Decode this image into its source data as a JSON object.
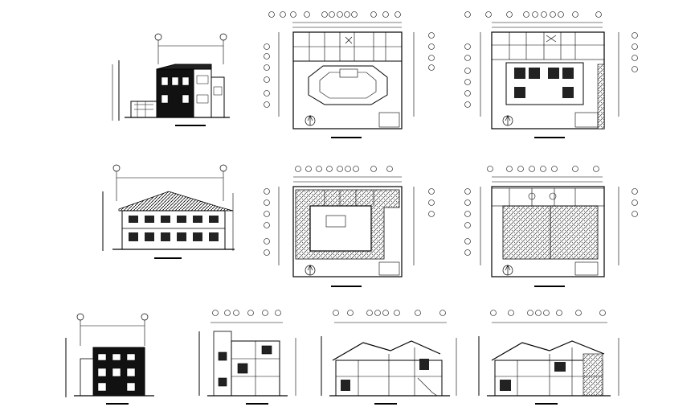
{
  "sheet": {
    "background": "#ffffff",
    "line_color": "#000000",
    "hatch_color": "#333333"
  },
  "panels": [
    {
      "id": "elevation-front",
      "kind": "elevation",
      "title_text": ""
    },
    {
      "id": "ground-floor-plan",
      "kind": "plan",
      "title_text": ""
    },
    {
      "id": "first-floor-plan",
      "kind": "plan",
      "title_text": ""
    },
    {
      "id": "elevation-side",
      "kind": "elevation",
      "title_text": ""
    },
    {
      "id": "roof-plan-a",
      "kind": "plan",
      "title_text": ""
    },
    {
      "id": "roof-plan-b",
      "kind": "plan",
      "title_text": ""
    },
    {
      "id": "elevation-rear",
      "kind": "elevation",
      "title_text": ""
    },
    {
      "id": "section-a",
      "kind": "section",
      "title_text": ""
    },
    {
      "id": "section-b",
      "kind": "section",
      "title_text": ""
    },
    {
      "id": "section-c",
      "kind": "section",
      "title_text": ""
    }
  ]
}
